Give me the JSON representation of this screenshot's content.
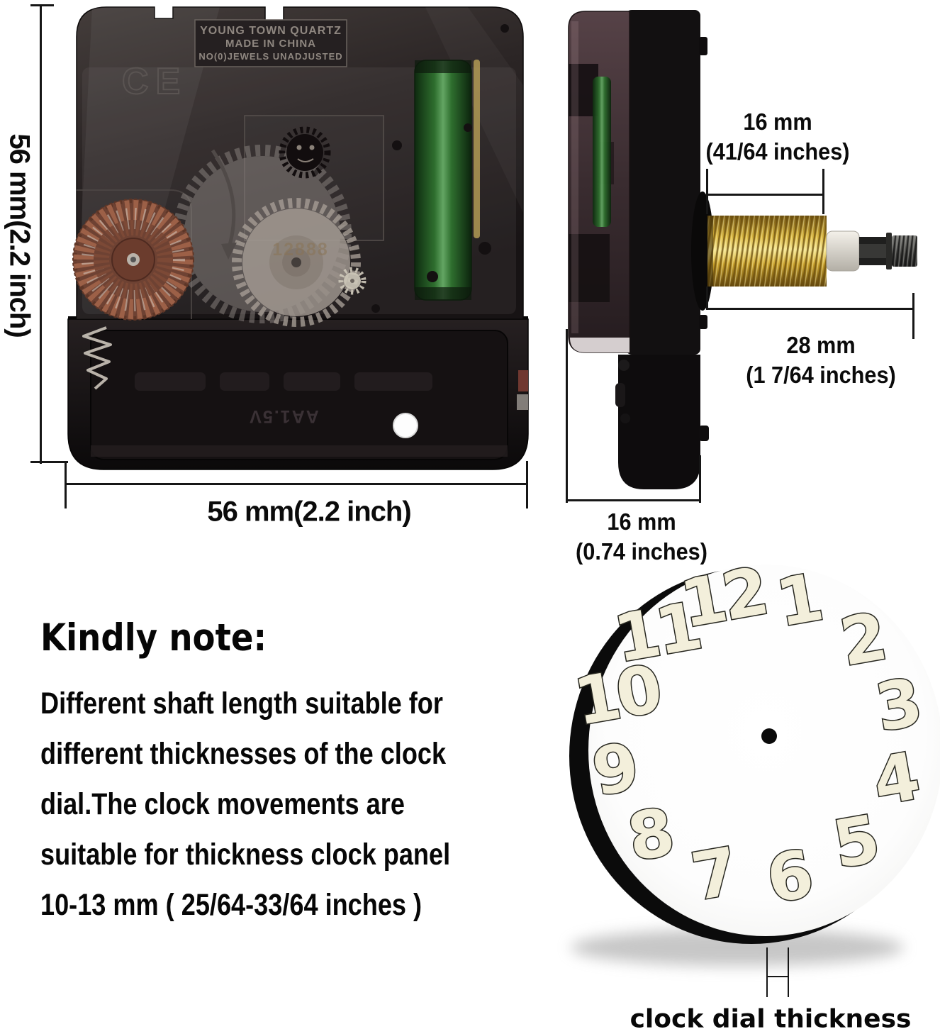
{
  "front_view": {
    "nameplate_line1": "YOUNG TOWN QUARTZ",
    "nameplate_line2": "MADE IN CHINA",
    "nameplate_line3": "NO(0)JEWELS UNADJUSTED",
    "ce_mark": "CE",
    "engraved_model": "12888",
    "battery_marking": "AA1.5V"
  },
  "dimensions": {
    "front_height": "56 mm(2.2 inch)",
    "front_width": "56 mm(2.2 inch)",
    "shaft_thread_mm": "16 mm",
    "shaft_thread_inch": "(41/64 inches)",
    "shaft_total_mm": "28 mm",
    "shaft_total_inch": "(1 7/64 inches)",
    "movement_depth_mm": "16 mm",
    "movement_depth_inch": "(0.74 inches)"
  },
  "note": {
    "heading": "Kindly note:",
    "lines": [
      "Different shaft length suitable for",
      "different thicknesses of the clock",
      "dial.The clock movements are",
      "suitable for thickness clock panel",
      "10-13 mm ( 25/64-33/64 inches )"
    ]
  },
  "dial": {
    "hours": [
      "12",
      "1",
      "2",
      "3",
      "4",
      "5",
      "6",
      "7",
      "8",
      "9",
      "10",
      "11"
    ],
    "thickness_label": "clock dial thickness"
  },
  "colors": {
    "dimension_line": "#161616",
    "shaft_gold": "#d4af37",
    "coil_green": "#2f7a2f",
    "wheel_brown": "#7b4a38",
    "dial_numeral_fill": "#f3efdb",
    "case_black": "#1c1718"
  }
}
